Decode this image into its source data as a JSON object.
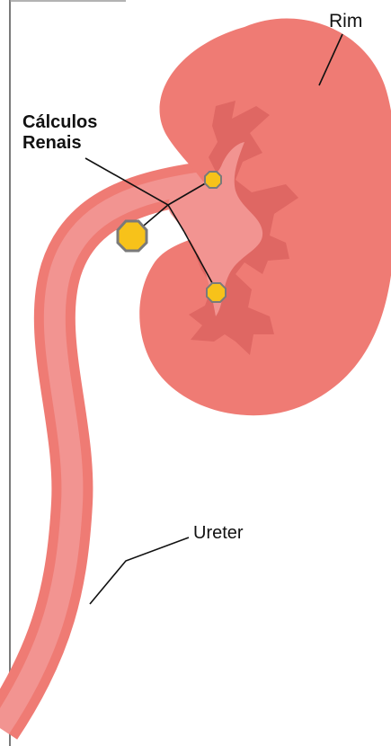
{
  "labels": {
    "rim": "Rim",
    "calculos_line1": "Cálculos",
    "calculos_line2": "Renais",
    "ureter": "Ureter"
  },
  "colors": {
    "kidney": "#ef7b74",
    "kidney_dark": "#df6763",
    "pelvis": "#f29491",
    "stone_fill": "#f7c21a",
    "stone_stroke": "#7a7a7a",
    "leader_line": "#111111",
    "frame_line": "#7a7a7a"
  },
  "stones": {
    "count": 3
  }
}
